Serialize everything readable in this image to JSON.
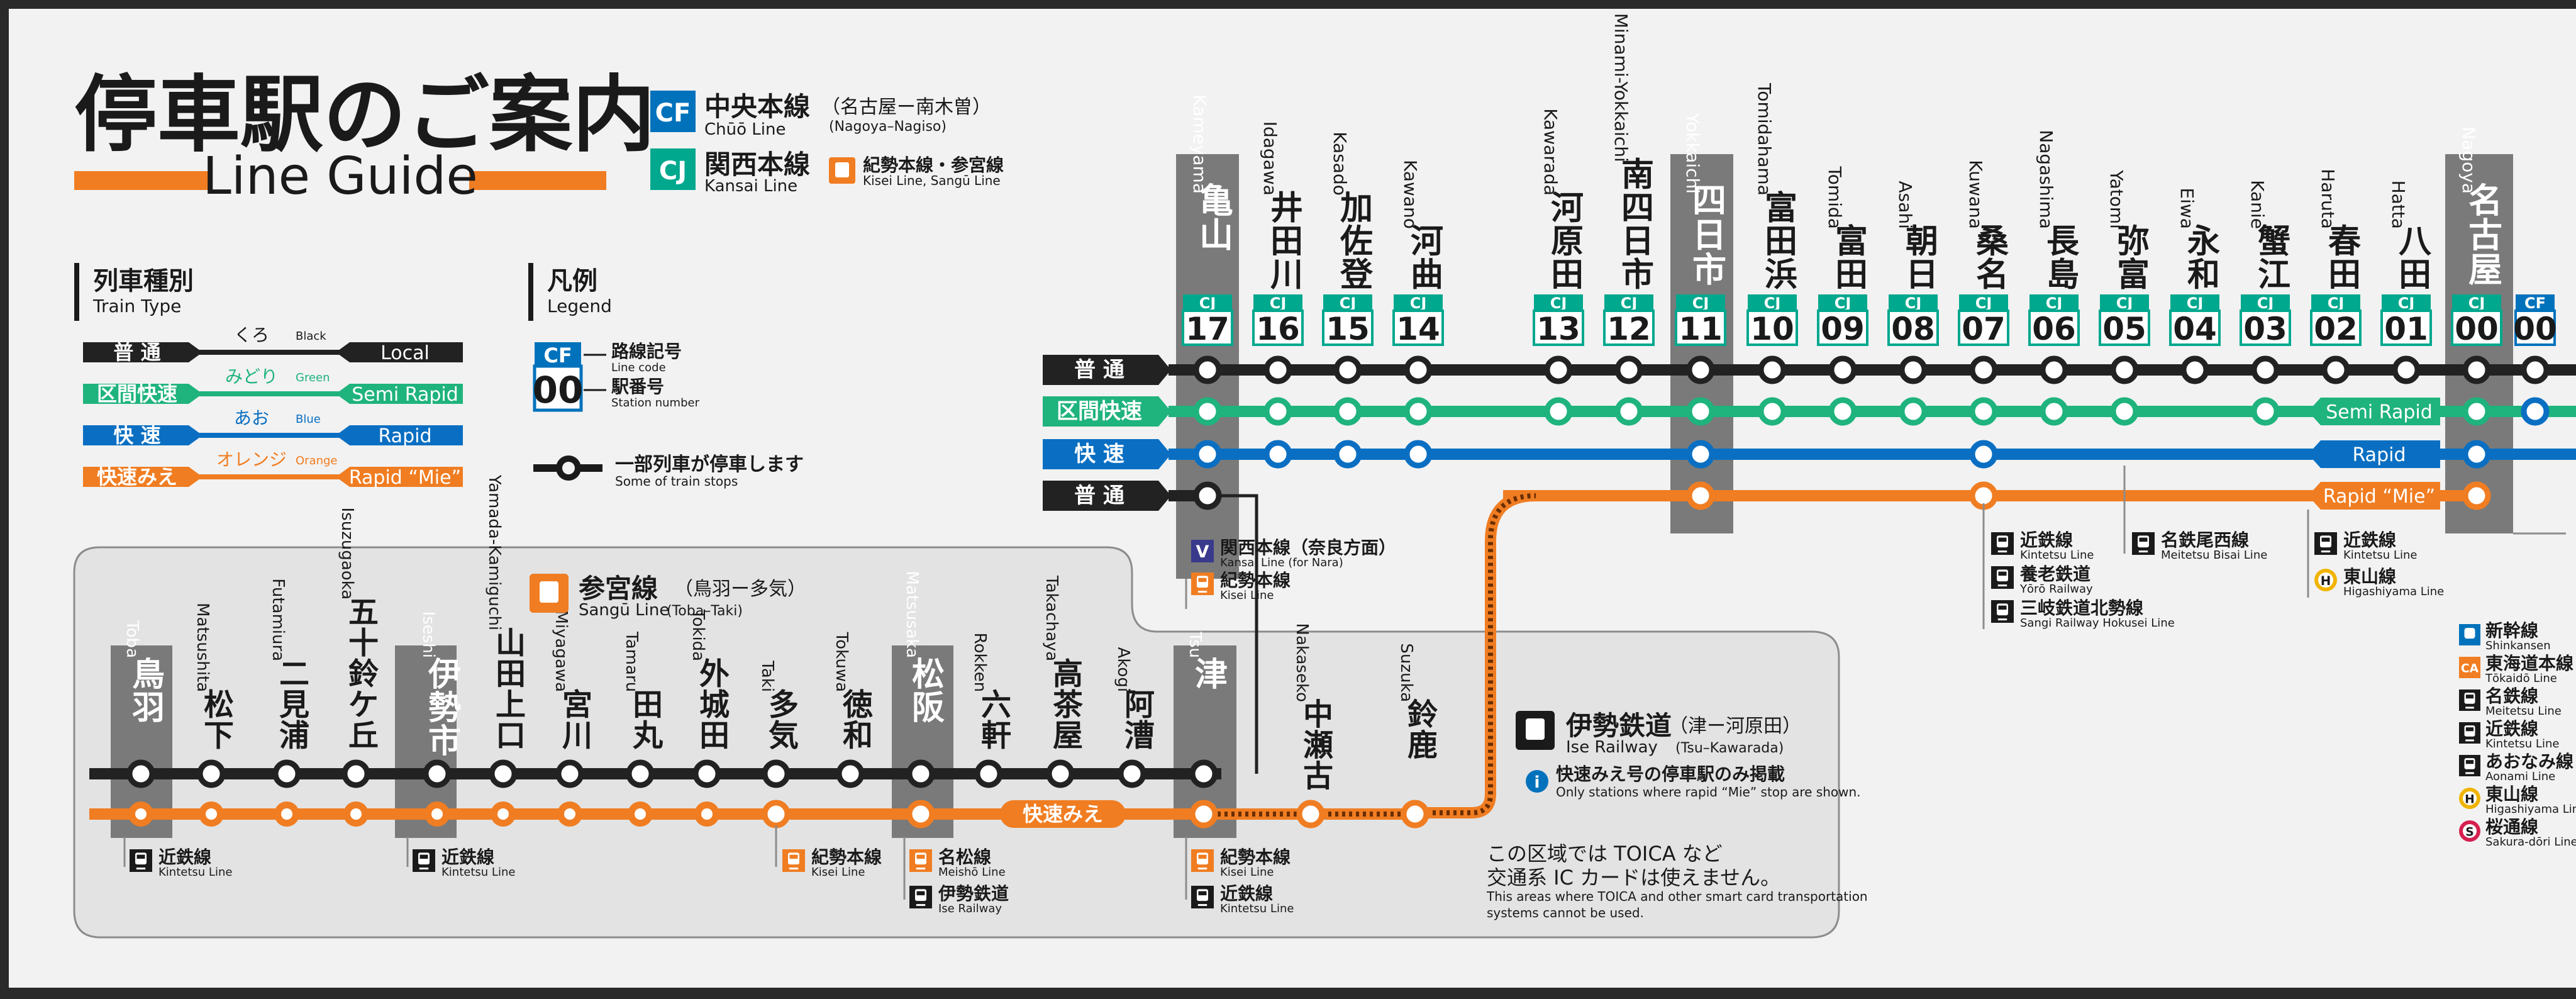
{
  "header": {
    "title_jp": "停車駅のご案内",
    "title_en": "Line Guide"
  },
  "line_badges": [
    {
      "code": "CF",
      "name_jp": "中央本線",
      "name_en": "Chūō Line",
      "range_jp": "（名古屋ー南木曽）",
      "range_en": "(Nagoya–Nagiso)",
      "color": "#0072bc"
    },
    {
      "code": "CJ",
      "name_jp": "関西本線",
      "name_en": "Kansai Line",
      "color": "#00a88e"
    }
  ],
  "kisei_sangu": {
    "jp": "紀勢本線・参宮線",
    "en": "Kisei Line, Sangū Line"
  },
  "train_types_section": {
    "title_jp": "列車種別",
    "title_en": "Train Type"
  },
  "train_types": [
    {
      "jp": "普 通",
      "color_jp": "くろ",
      "color_en": "Black",
      "en": "Local",
      "color": "#222222"
    },
    {
      "jp": "区間快速",
      "color_jp": "みどり",
      "color_en": "Green",
      "en": "Semi Rapid",
      "color": "#1fb37d"
    },
    {
      "jp": "快 速",
      "color_jp": "あお",
      "color_en": "Blue",
      "en": "Rapid",
      "color": "#0a6fc2"
    },
    {
      "jp": "快速みえ",
      "color_jp": "オレンジ",
      "color_en": "Orange",
      "en": "Rapid “Mie”",
      "color": "#f07d22"
    }
  ],
  "legend": {
    "title_jp": "凡例",
    "title_en": "Legend",
    "code": "CF",
    "number": "00",
    "line_code_jp": "路線記号",
    "line_code_en": "Line code",
    "station_number_jp": "駅番号",
    "station_number_en": "Station number",
    "some_stop_jp": "一部列車が停車します",
    "some_stop_en": "Some of train stops"
  },
  "row_labels": {
    "local": "普 通",
    "semi_rapid": "区間快速",
    "rapid": "快 速",
    "local2": "普 通",
    "semi_rapid_tag": "Semi Rapid",
    "rapid_tag": "Rapid",
    "mie_tag": "Rapid “Mie”",
    "mie_tag_jp": "快速みえ"
  },
  "kansai_stations": [
    {
      "jp": "亀山",
      "en": "Kameyama",
      "num": "17",
      "major": true
    },
    {
      "jp": "井田川",
      "en": "Idagawa",
      "num": "16"
    },
    {
      "jp": "加佐登",
      "en": "Kasado",
      "num": "15"
    },
    {
      "jp": "河曲",
      "en": "Kawano",
      "num": "14"
    },
    {
      "jp": "河原田",
      "en": "Kawarada",
      "num": "13"
    },
    {
      "jp": "南四日市",
      "en": "Minami-Yokkaichi",
      "num": "12"
    },
    {
      "jp": "四日市",
      "en": "Yokkaichi",
      "num": "11",
      "major": true
    },
    {
      "jp": "富田浜",
      "en": "Tomidahama",
      "num": "10"
    },
    {
      "jp": "富田",
      "en": "Tomida",
      "num": "09"
    },
    {
      "jp": "朝日",
      "en": "Asahi",
      "num": "08"
    },
    {
      "jp": "桑名",
      "en": "Kuwana",
      "num": "07"
    },
    {
      "jp": "長島",
      "en": "Nagashima",
      "num": "06"
    },
    {
      "jp": "弥富",
      "en": "Yatomi",
      "num": "05"
    },
    {
      "jp": "永和",
      "en": "Eiwa",
      "num": "04"
    },
    {
      "jp": "蟹江",
      "en": "Kanie",
      "num": "03"
    },
    {
      "jp": "春田",
      "en": "Haruta",
      "num": "02"
    },
    {
      "jp": "八田",
      "en": "Hatta",
      "num": "01"
    },
    {
      "jp": "名古屋",
      "en": "Nagoya",
      "num": "00",
      "major": true
    }
  ],
  "nagoya_cf_num": "00",
  "transfers_kameyama": [
    {
      "badge": "V",
      "jp": "関西本線（奈良方面）",
      "en": "Kansai Line (for Nara)"
    },
    {
      "badge": "rail",
      "jp": "紀勢本線",
      "en": "Kisei Line"
    }
  ],
  "transfers_kuwana": [
    {
      "jp": "近鉄線",
      "en": "Kintetsu Line"
    },
    {
      "jp": "養老鉄道",
      "en": "Yōrō Railway"
    },
    {
      "jp": "三岐鉄道北勢線",
      "en": "Sangi Railway Hokusei Line"
    }
  ],
  "transfers_yatomi": [
    {
      "jp": "名鉄尾西線",
      "en": "Meitetsu Bisai Line"
    }
  ],
  "transfers_hatta": [
    {
      "badge": "rail",
      "jp": "近鉄線",
      "en": "Kintetsu Line"
    },
    {
      "badge": "H",
      "jp": "東山線",
      "en": "Higashiyama Line"
    }
  ],
  "transfers_nagoya": [
    {
      "badge": "shinkansen",
      "jp": "新幹線",
      "en": "Shinkansen"
    },
    {
      "badge": "CA",
      "jp": "東海道本線",
      "en": "Tōkaidō Line"
    },
    {
      "badge": "rail",
      "jp": "名鉄線",
      "en": "Meitetsu Line"
    },
    {
      "badge": "rail",
      "jp": "近鉄線",
      "en": "Kintetsu Line"
    },
    {
      "badge": "rail",
      "jp": "あおなみ線",
      "en": "Aonami Line"
    },
    {
      "badge": "H",
      "jp": "東山線",
      "en": "Higashiyama Line"
    },
    {
      "badge": "S",
      "jp": "桜通線",
      "en": "Sakura-dōri Line"
    }
  ],
  "sangu": {
    "name_jp": "参宮線",
    "range_jp": "（鳥羽ー多気）",
    "name_en": "Sangū Line",
    "range_en": "(Toba–Taki)"
  },
  "sangu_stations": [
    {
      "jp": "鳥羽",
      "en": "Toba",
      "major": true
    },
    {
      "jp": "松下",
      "en": "Matsushita"
    },
    {
      "jp": "二見浦",
      "en": "Futamiura"
    },
    {
      "jp": "五十鈴ケ丘",
      "en": "Isuzugaoka"
    },
    {
      "jp": "伊勢市",
      "en": "Iseshi",
      "major": true
    },
    {
      "jp": "山田上口",
      "en": "Yamada-Kamiguchi"
    },
    {
      "jp": "宮川",
      "en": "Miyagawa"
    },
    {
      "jp": "田丸",
      "en": "Tamaru"
    },
    {
      "jp": "外城田",
      "en": "Tokida"
    },
    {
      "jp": "多気",
      "en": "Taki"
    },
    {
      "jp": "徳和",
      "en": "Tokuwa"
    },
    {
      "jp": "松阪",
      "en": "Matsusaka",
      "major": true
    },
    {
      "jp": "六軒",
      "en": "Rokken"
    },
    {
      "jp": "高茶屋",
      "en": "Takachaya"
    },
    {
      "jp": "阿漕",
      "en": "Akogi"
    },
    {
      "jp": "津",
      "en": "Tsu",
      "major": true
    },
    {
      "jp": "中瀬古",
      "en": "Nakaseko"
    },
    {
      "jp": "鈴鹿",
      "en": "Suzuka"
    }
  ],
  "transfers_toba": [
    {
      "jp": "近鉄線",
      "en": "Kintetsu Line"
    }
  ],
  "transfers_iseshi": [
    {
      "jp": "近鉄線",
      "en": "Kintetsu Line"
    }
  ],
  "transfers_taki": [
    {
      "jp": "紀勢本線",
      "en": "Kisei Line"
    }
  ],
  "transfers_matsusaka": [
    {
      "badge": "rail",
      "jp": "名松線",
      "en": "Meishō Line"
    },
    {
      "badge": "train",
      "jp": "伊勢鉄道",
      "en": "Ise Railway"
    }
  ],
  "transfers_tsu": [
    {
      "badge": "rail",
      "jp": "紀勢本線",
      "en": "Kisei Line"
    },
    {
      "badge": "train",
      "jp": "近鉄線",
      "en": "Kintetsu Line"
    }
  ],
  "ise_railway": {
    "name_jp": "伊勢鉄道",
    "range_jp": "（津ー河原田）",
    "name_en": "Ise Railway",
    "range_en": "(Tsu–Kawarada)",
    "note_jp": "快速みえ号の停車駅のみ掲載",
    "note_en": "Only stations where rapid “Mie” stop are shown."
  },
  "toica_note": {
    "line1": "この区域では TOICA など",
    "line2": "交通系 IC カードは使えません。",
    "en1": "This areas where TOICA and other smart card transportation",
    "en2": "systems cannot be used."
  },
  "colors": {
    "local": "#222222",
    "semi_rapid": "#1fb37d",
    "rapid": "#0a6fc2",
    "mie": "#f07d22",
    "cj": "#00a88e",
    "cf": "#0072bc",
    "major_band": "#7a7a7a"
  }
}
